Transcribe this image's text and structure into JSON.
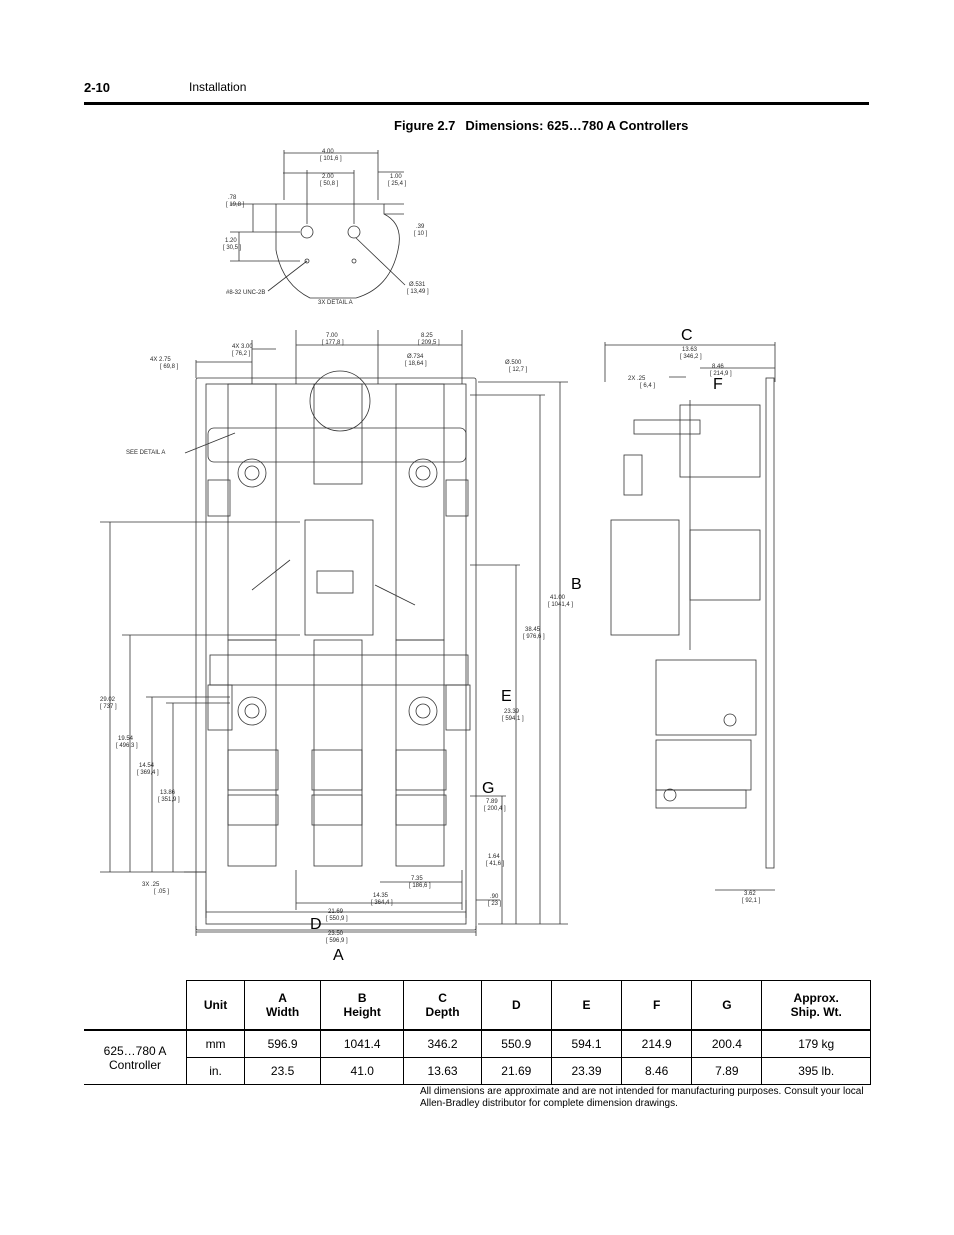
{
  "header": {
    "page_number": "2-10",
    "section": "Installation"
  },
  "figure": {
    "number": "Figure 2.7",
    "title": "Dimensions: 625…780 A Controllers",
    "detail": {
      "d_400": "4.00",
      "d_400_mm": "[ 101,6 ]",
      "d_200": "2.00",
      "d_200_mm": "[ 50,8 ]",
      "d_100": "1.00",
      "d_100_mm": "[ 25,4 ]",
      "d_78": ".78",
      "d_78_mm": "[ 19,8 ]",
      "d_39": ".39",
      "d_39_mm": "[ 10 ]",
      "d_120": "1.20",
      "d_120_mm": "[ 30,5 ]",
      "thread": "#8-32 UNC-2B",
      "hole": "Ø.531",
      "hole_mm": "[ 13,49 ]",
      "caption": "3X DETAIL A"
    },
    "front": {
      "d_275": "4X 2.75",
      "d_275_mm": "[ 69,8 ]",
      "d_300": "4X 3.00",
      "d_300_mm": "[ 76,2 ]",
      "d_700": "7.00",
      "d_700_mm": "[ 177,8 ]",
      "d_825": "8.25",
      "d_825_mm": "[ 209,5 ]",
      "d_734": "Ø.734",
      "d_734_mm": "[ 18,64 ]",
      "d_500": "Ø.500",
      "d_500_mm": "[ 12,7 ]",
      "see_detail": "SEE DETAIL A",
      "d_4100": "41.00",
      "d_4100_mm": "[ 1041,4 ]",
      "d_3845": "38.45",
      "d_3845_mm": "[ 976,6 ]",
      "d_2339": "23.39",
      "d_2339_mm": "[ 594,1 ]",
      "d_789": "7.89",
      "d_789_mm": "[ 200,4 ]",
      "d_164": "1.64",
      "d_164_mm": "[ 41,6 ]",
      "d_2902": "29.02",
      "d_2902_mm": "[ 737 ]",
      "d_1954": "19.54",
      "d_1954_mm": "[ 496,3 ]",
      "d_1454": "14.54",
      "d_1454_mm": "[ 369,4 ]",
      "d_1386": "13.86",
      "d_1386_mm": "[ 351,9 ]",
      "d_25": "3X .25",
      "d_25_mm": "[ .05 ]",
      "d_735": "7.35",
      "d_735_mm": "[ 186,6 ]",
      "d_1435": "14.35",
      "d_1435_mm": "[ 364,4 ]",
      "d_90": ".90",
      "d_90_mm": "[ 23 ]",
      "d_2169": "21.69",
      "d_2169_mm": "[ 550,9 ]",
      "d_2350": "23.50",
      "d_2350_mm": "[ 596,9 ]"
    },
    "side": {
      "d_1363": "13.63",
      "d_1363_mm": "[ 346,2 ]",
      "d_846": "8.46",
      "d_846_mm": "[ 214,9 ]",
      "d_25s": "2X .25",
      "d_25s_mm": "[ 6,4 ]",
      "d_362": "3.62",
      "d_362_mm": "[ 92,1 ]"
    },
    "letters": {
      "a": "A",
      "b": "B",
      "c": "C",
      "d": "D",
      "e": "E",
      "f": "F",
      "g": "G"
    }
  },
  "table": {
    "headers": [
      "Unit",
      "A\nWidth",
      "B\nHeight",
      "C\nDepth",
      "D",
      "E",
      "F",
      "G",
      "Approx.\nShip. Wt."
    ],
    "row_label": "625…780 A Controller",
    "rows": [
      [
        "mm",
        "596.9",
        "1041.4",
        "346.2",
        "550.9",
        "594.1",
        "214.9",
        "200.4",
        "179 kg"
      ],
      [
        "in.",
        "23.5",
        "41.0",
        "13.63",
        "21.69",
        "23.39",
        "8.46",
        "7.89",
        "395 lb."
      ]
    ]
  },
  "note": "All dimensions are approximate and are not intended for manufacturing purposes. Consult your local Allen-Bradley distributor for complete dimension drawings."
}
